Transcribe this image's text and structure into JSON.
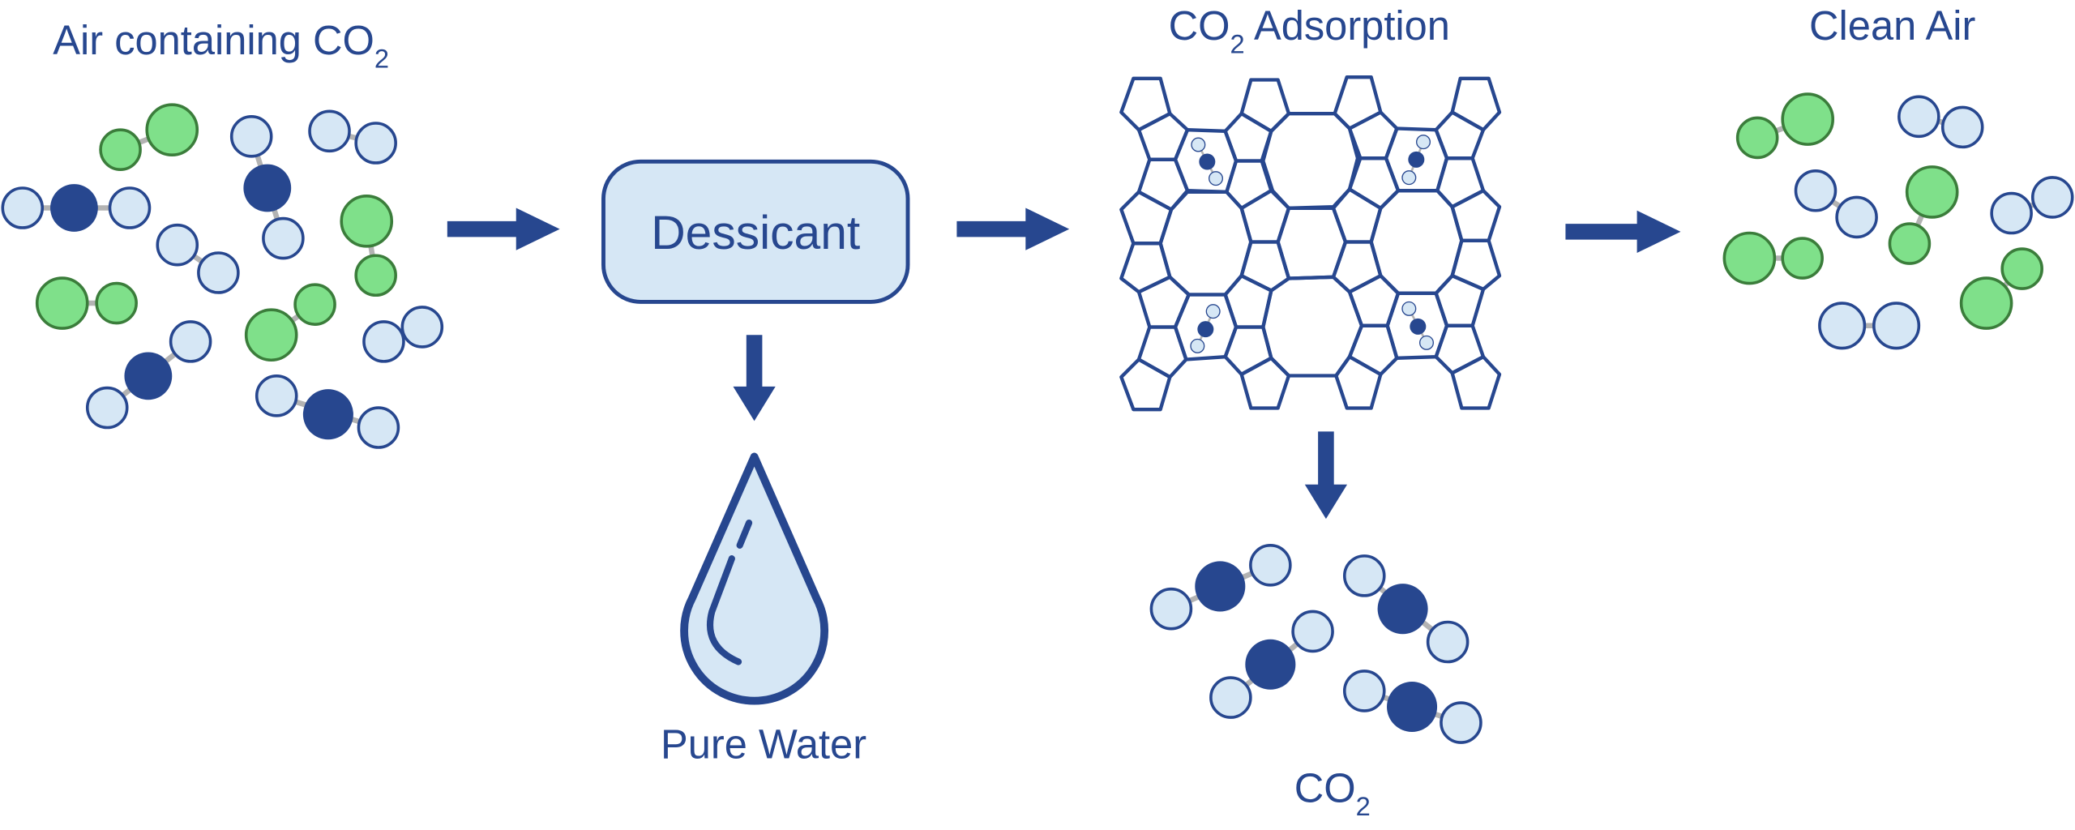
{
  "labels": {
    "air_in": {
      "main": "Air containing CO",
      "sub": "2"
    },
    "adsorption": {
      "pre": "CO",
      "sub": "2",
      "post": " Adsorption"
    },
    "clean_air": "Clean Air",
    "pure_water": "Pure Water",
    "co2_out": {
      "main": "CO",
      "sub": "2"
    }
  },
  "dessicant": {
    "label": "Dessicant"
  },
  "colors": {
    "primary": "#27478f",
    "light_blue": "#d6e7f5",
    "green_fill": "#7fe08a",
    "green_stroke": "#3b7d3b",
    "bond": "#b3b3b3"
  },
  "icons": [
    "right-arrow-icon",
    "down-arrow-icon",
    "water-drop-icon",
    "zeolite-framework-icon",
    "co2-molecule-icon",
    "o2-molecule-icon",
    "n2-molecule-icon"
  ]
}
